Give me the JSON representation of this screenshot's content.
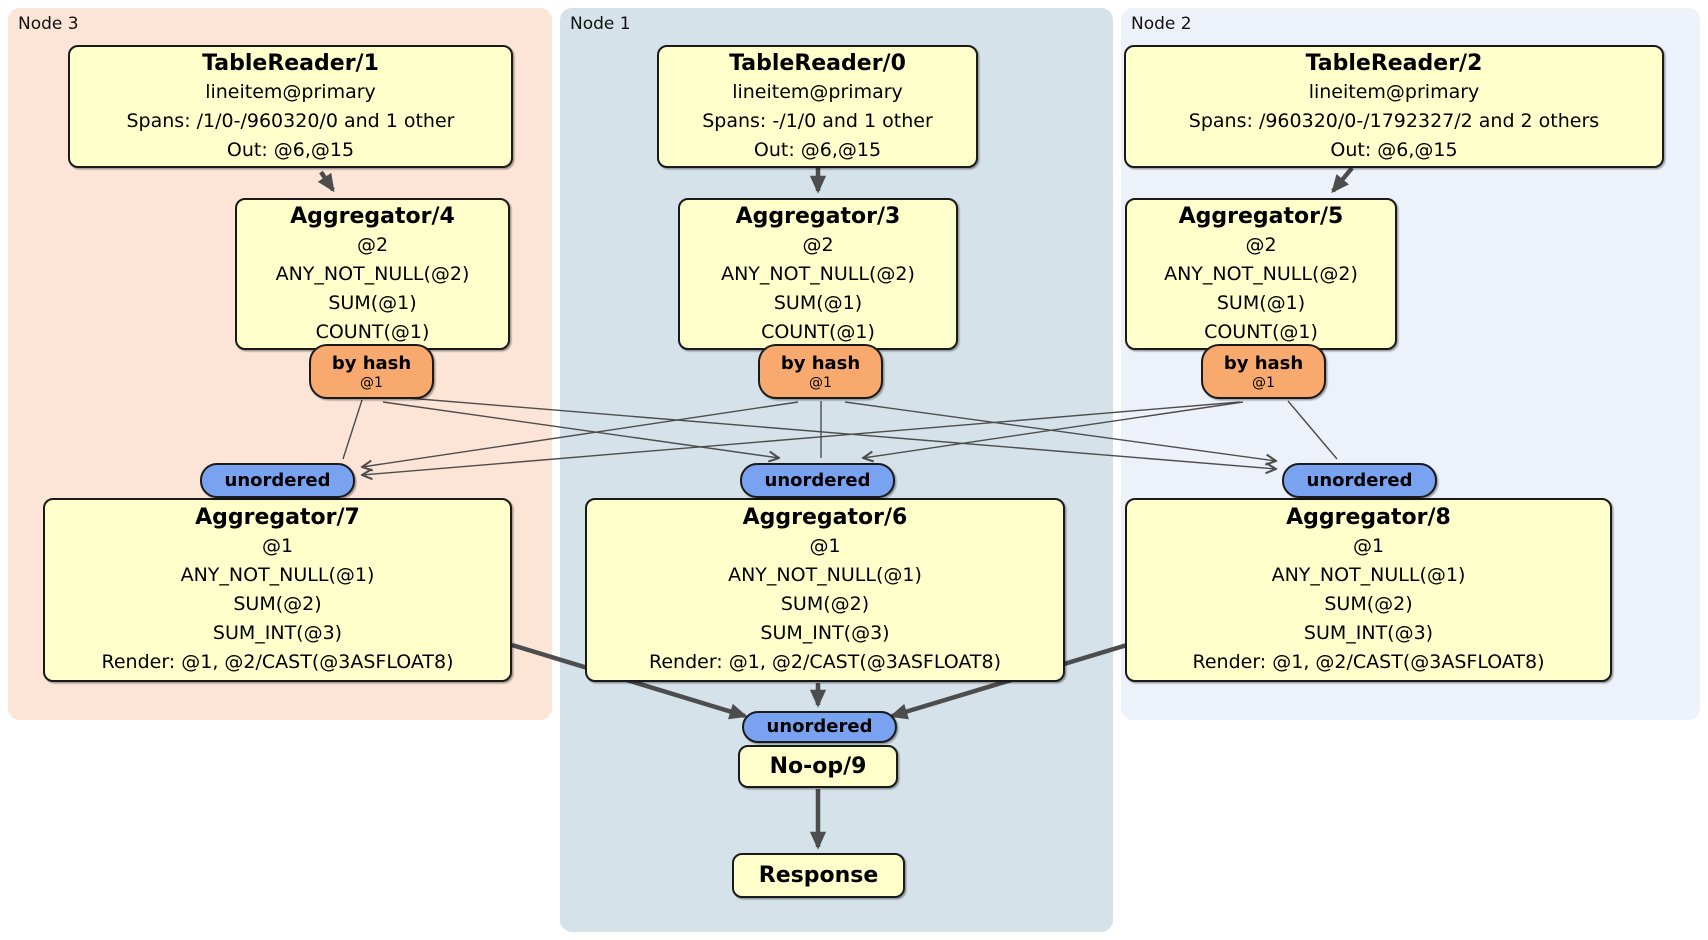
{
  "diagram": {
    "regions": [
      {
        "id": "node3",
        "label": "Node 3"
      },
      {
        "id": "node1",
        "label": "Node 1"
      },
      {
        "id": "node2",
        "label": "Node 2"
      }
    ],
    "processors": {
      "tablereader1": {
        "title": "TableReader/1",
        "lines": [
          "lineitem@primary",
          "Spans: /1/0-/960320/0 and 1 other",
          "Out: @6,@15"
        ]
      },
      "tablereader0": {
        "title": "TableReader/0",
        "lines": [
          "lineitem@primary",
          "Spans: -/1/0 and 1 other",
          "Out: @6,@15"
        ]
      },
      "tablereader2": {
        "title": "TableReader/2",
        "lines": [
          "lineitem@primary",
          "Spans: /960320/0-/1792327/2 and 2 others",
          "Out: @6,@15"
        ]
      },
      "aggregator4": {
        "title": "Aggregator/4",
        "lines": [
          "@2",
          "ANY_NOT_NULL(@2)",
          "SUM(@1)",
          "COUNT(@1)"
        ]
      },
      "aggregator3": {
        "title": "Aggregator/3",
        "lines": [
          "@2",
          "ANY_NOT_NULL(@2)",
          "SUM(@1)",
          "COUNT(@1)"
        ]
      },
      "aggregator5": {
        "title": "Aggregator/5",
        "lines": [
          "@2",
          "ANY_NOT_NULL(@2)",
          "SUM(@1)",
          "COUNT(@1)"
        ]
      },
      "aggregator7": {
        "title": "Aggregator/7",
        "lines": [
          "@1",
          "ANY_NOT_NULL(@1)",
          "SUM(@2)",
          "SUM_INT(@3)",
          "Render: @1, @2/CAST(@3ASFLOAT8)"
        ]
      },
      "aggregator6": {
        "title": "Aggregator/6",
        "lines": [
          "@1",
          "ANY_NOT_NULL(@1)",
          "SUM(@2)",
          "SUM_INT(@3)",
          "Render: @1, @2/CAST(@3ASFLOAT8)"
        ]
      },
      "aggregator8": {
        "title": "Aggregator/8",
        "lines": [
          "@1",
          "ANY_NOT_NULL(@1)",
          "SUM(@2)",
          "SUM_INT(@3)",
          "Render: @1, @2/CAST(@3ASFLOAT8)"
        ]
      },
      "noop9": {
        "title": "No-op/9"
      },
      "response": {
        "title": "Response"
      }
    },
    "routers": {
      "by_hash": {
        "label": "by hash",
        "detail": "@1"
      },
      "unordered": {
        "label": "unordered"
      }
    },
    "colors": {
      "node3_bg": "#fce4d7",
      "node1_bg": "#d5e2ea",
      "node2_bg": "#edf1fa",
      "processor_fill": "#ffffcc",
      "hash_router_fill": "#f7a96e",
      "unordered_router_fill": "#79a3f1",
      "edge": "#4d4d4d"
    }
  }
}
